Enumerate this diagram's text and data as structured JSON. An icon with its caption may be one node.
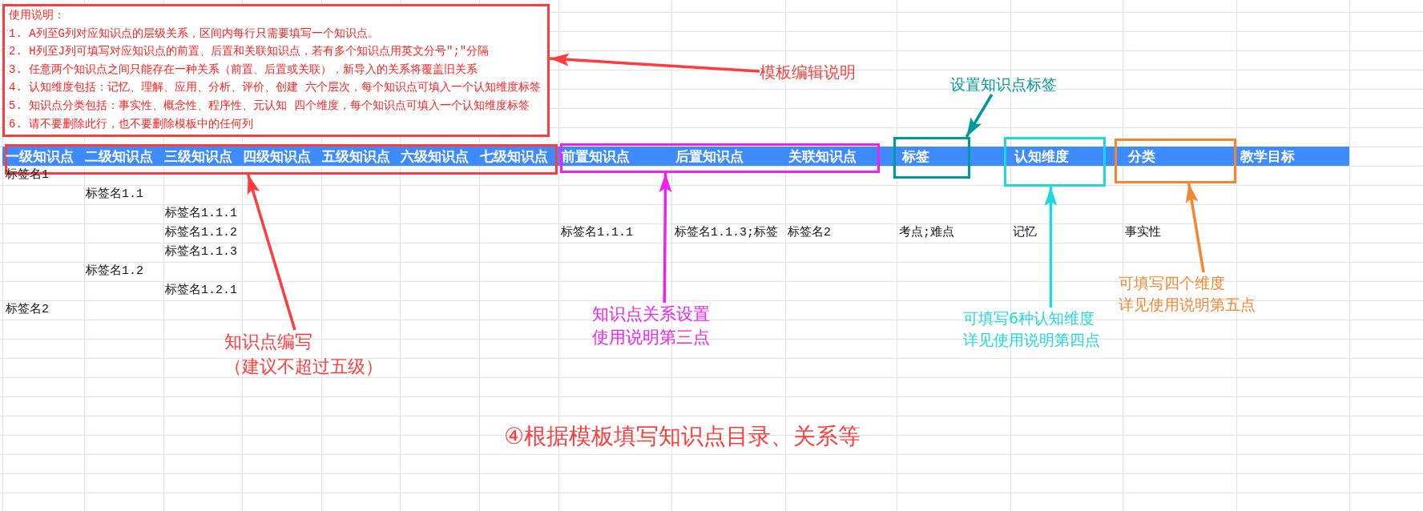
{
  "diagram": {
    "nodes": [
      {
        "text": [
          "使用说明：",
          "1. A列至G列对应知识点的层级关系，区间内每行只需要填写一个知识点。",
          "2. H列至J列可填写对应知识点的前置、后置和关联知识点，若有多个知识点用英文分号\";\"分隔",
          "3. 任意两个知识点之间只能存在一种关系（前置、后置或关联），新导入的关系将覆盖旧关系",
          "4. 认知维度包括：记忆、理解、应用、分析、评价、创建 六个层次，每个知识点可填入一个认知维度标签",
          "5. 知识点分类包括：事实性、概念性、程序性、元认知 四个维度，每个知识点可填入一个认知维度标签",
          "6. 请不要删除此行，也不要删除模板中的任何列"
        ]
      },
      {
        "text": [
          "模板编辑说明"
        ]
      },
      {
        "text": [
          "设置知识点标签"
        ]
      },
      {
        "text": [
          "一级知识点",
          "二级知识点",
          "三级知识点",
          "四级知识点",
          "五级知识点",
          "六级知识点",
          "七级知识点"
        ]
      },
      {
        "text": [
          "前置知识点",
          "后置知识点",
          "关联知识点"
        ]
      },
      {
        "text": [
          "标签"
        ]
      },
      {
        "text": [
          "认知维度"
        ]
      },
      {
        "text": [
          "分类"
        ]
      },
      {
        "text": [
          "知识点编写",
          "（建议不超过五级）"
        ]
      },
      {
        "text": [
          "知识点关系设置",
          "使用说明第三点"
        ]
      },
      {
        "text": [
          "可填写6种认知维度",
          "详见使用说明第四点"
        ]
      },
      {
        "text": [
          "可填写四个维度",
          "详见使用说明第五点"
        ]
      }
    ],
    "edges": [
      {
        "from": 1,
        "to": 0,
        "arrow": "to",
        "color": "#ff3b3b"
      },
      {
        "from": 2,
        "to": 5,
        "arrow": "to",
        "color": "#00999a"
      },
      {
        "from": 8,
        "to": 3,
        "arrow": "to",
        "color": "#ff3b3b"
      },
      {
        "from": 9,
        "to": 4,
        "arrow": "to",
        "color": "#f020f0"
      },
      {
        "from": 10,
        "to": 6,
        "arrow": "to",
        "color": "#1fd8dc"
      },
      {
        "from": 11,
        "to": 7,
        "arrow": "to",
        "color": "#f5862e"
      }
    ],
    "labels": [
      "教学目标",
      "标签名1",
      "标签名1.1",
      "标签名1.1.1",
      "标签名1.1.2",
      "标签名1.1.1",
      "标签名1.1.3;标签",
      "标签名2",
      "考点;难点",
      "记忆",
      "事实性",
      "标签名1.1.3",
      "标签名1.2",
      "标签名1.2.1",
      "标签名2",
      "④根据模板填写知识点目录、关系等"
    ]
  }
}
